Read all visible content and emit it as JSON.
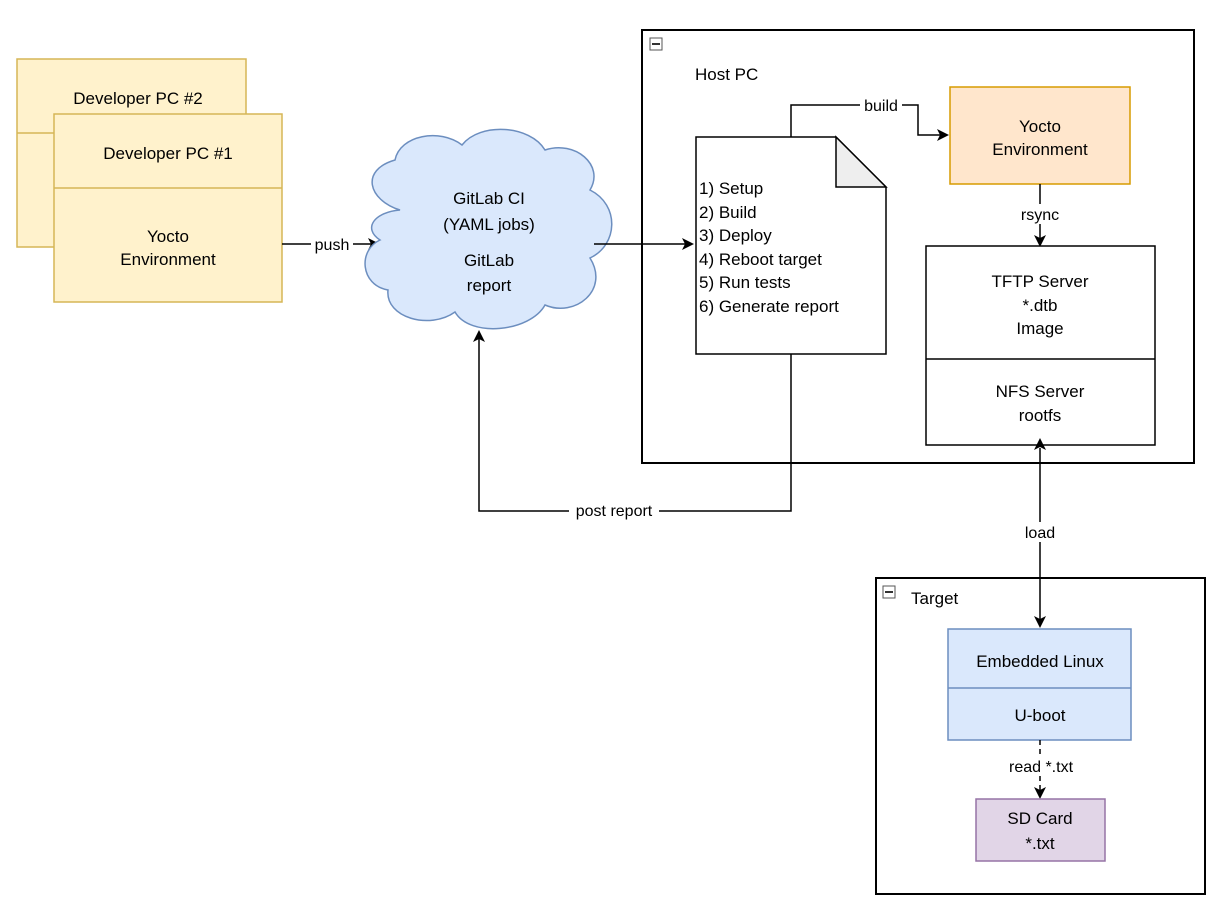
{
  "developer_pc_2": {
    "title": "Developer PC #2"
  },
  "developer_pc_1": {
    "title": "Developer PC #1",
    "body_line1": "Yocto",
    "body_line2": "Environment"
  },
  "gitlab": {
    "line1": "GitLab CI",
    "line2": "(YAML jobs)",
    "line3": "GitLab",
    "line4": "report"
  },
  "host_pc": {
    "title": "Host PC",
    "steps": [
      "1) Setup",
      "2) Build",
      "3) Deploy",
      "4) Reboot target",
      "5) Run tests",
      "6) Generate report"
    ],
    "yocto": {
      "line1": "Yocto",
      "line2": "Environment"
    },
    "tftp": {
      "line1": "TFTP Server",
      "line2": "*.dtb",
      "line3": "Image"
    },
    "nfs": {
      "line1": "NFS Server",
      "line2": "rootfs"
    }
  },
  "target": {
    "title": "Target",
    "embedded_linux": "Embedded Linux",
    "uboot": "U-boot",
    "sd_card": {
      "line1": "SD Card",
      "line2": "*.txt"
    }
  },
  "edges": {
    "push": "push",
    "build": "build",
    "rsync": "rsync",
    "post_report": "post report",
    "load": "load",
    "read_txt": "read *.txt"
  },
  "colors": {
    "dev_fill": "#fff2cc",
    "dev_stroke": "#d6b656",
    "cloud_fill": "#dae8fc",
    "cloud_stroke": "#6c8ebf",
    "yocto_fill": "#ffe6cc",
    "yocto_stroke": "#d79b00",
    "linux_fill": "#dae8fc",
    "linux_stroke": "#6c8ebf",
    "sd_fill": "#e1d5e7",
    "sd_stroke": "#9673a6"
  }
}
